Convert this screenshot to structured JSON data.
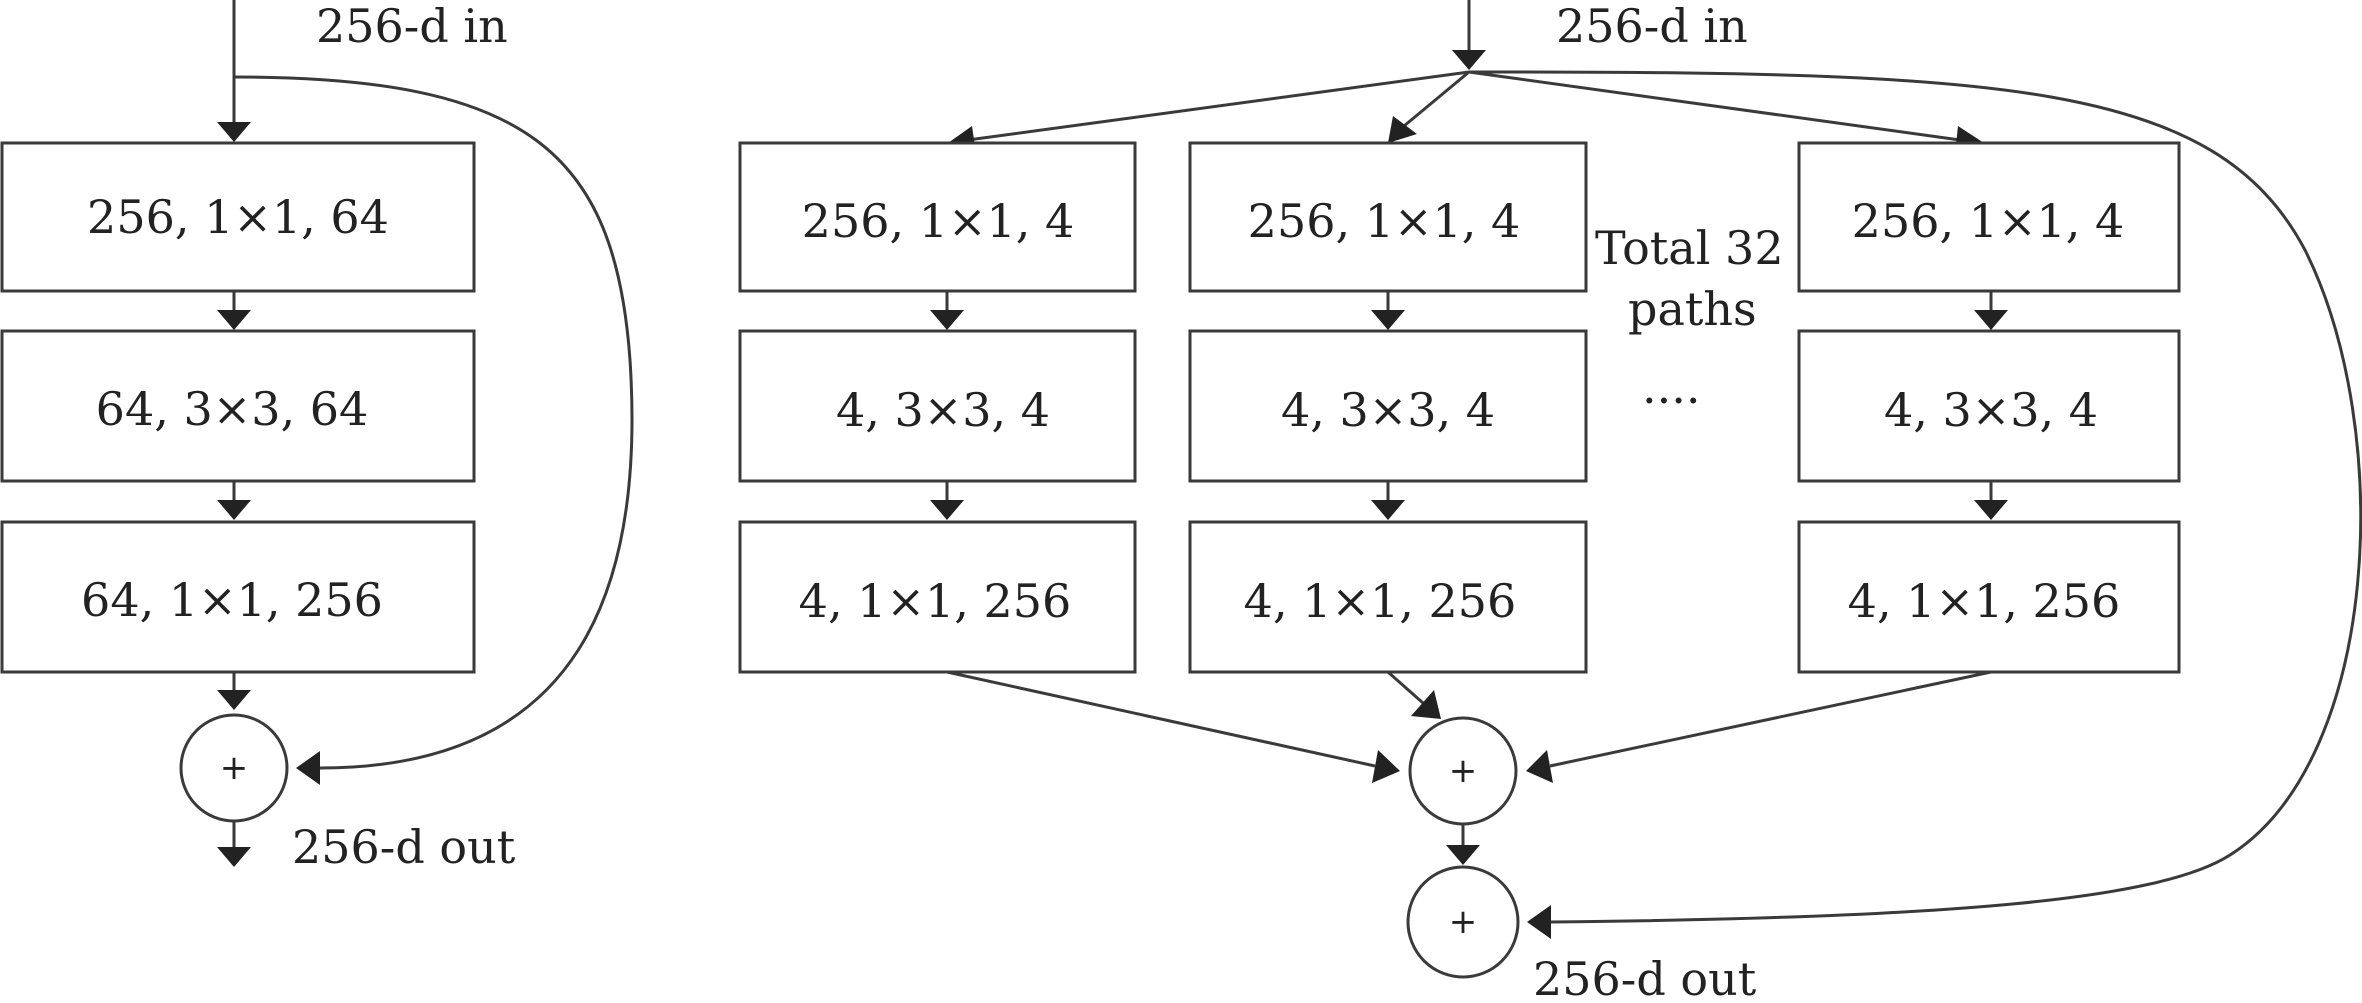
{
  "left_block": {
    "input_label": "256-d in",
    "layers": [
      "256, 1×1, 64",
      "64, 3×3, 64",
      "64, 1×1, 256"
    ],
    "sum_symbol": "+",
    "output_label": "256-d out"
  },
  "right_block": {
    "input_label": "256-d in",
    "paths": [
      {
        "layers": [
          "256, 1×1, 4",
          "4, 3×3, 4",
          "4, 1×1, 256"
        ]
      },
      {
        "layers": [
          "256, 1×1, 4",
          "4, 3×3, 4",
          "4, 1×1, 256"
        ]
      },
      {
        "layers": [
          "256, 1×1, 4",
          "4, 3×3, 4",
          "4, 1×1, 256"
        ]
      }
    ],
    "paths_note_line1": "Total 32",
    "paths_note_line2": "paths",
    "ellipsis": "....",
    "aggregate_symbol": "+",
    "residual_symbol": "+",
    "output_label": "256-d out"
  },
  "colors": {
    "stroke": "#3a3a3a",
    "text": "#222222",
    "background": "#ffffff"
  }
}
